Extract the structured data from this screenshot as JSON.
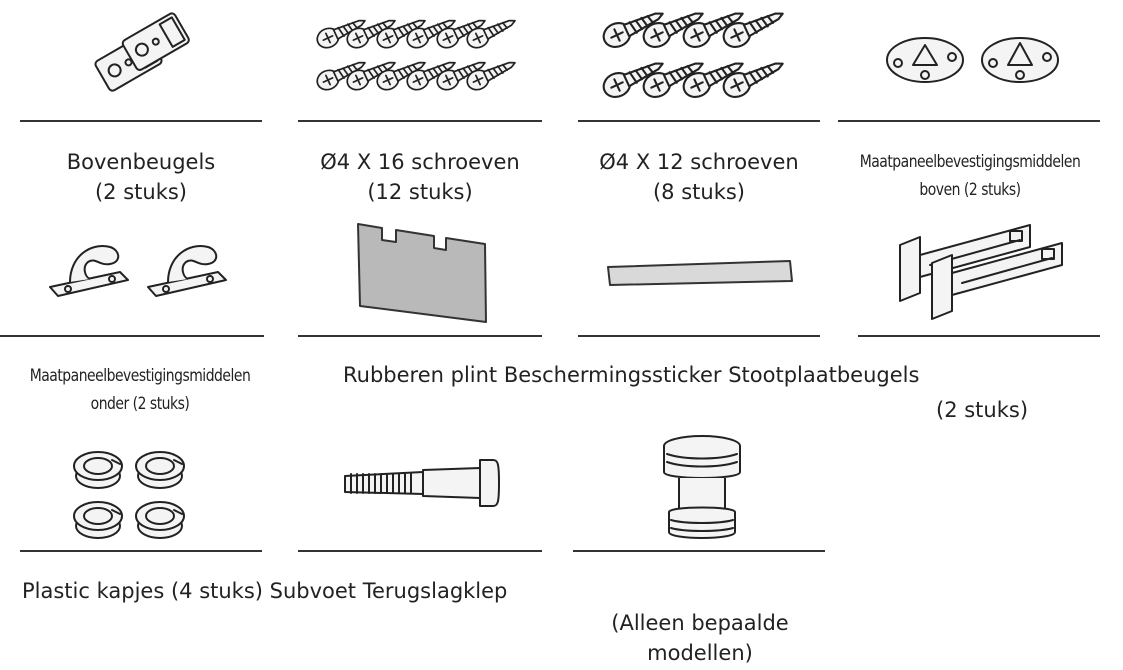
{
  "parts": {
    "upper_brackets": {
      "name": "Bovenbeugels",
      "qty": "(2 stuks)"
    },
    "screws_16": {
      "name": "Ø4 X 16 schroeven",
      "qty": "(12 stuks)"
    },
    "screws_12": {
      "name": "Ø4 X 12 schroeven",
      "qty": "(8 stuks)"
    },
    "panel_fixing_top": {
      "name": "Maatpaneelbevestigingsmiddelen",
      "qty": "boven (2 stuks)"
    },
    "panel_fixing_bottom": {
      "name": "Maatpaneelbevestigingsmiddelen",
      "qty": "onder (2 stuks)"
    },
    "row2_labels": "Rubberen plint Beschermingssticker Stootplaatbeugels",
    "row2_qty": "(2 stuks)",
    "row3_labels": "Plastic kapjes (4 stuks) Subvoet Terugslagklep",
    "row3_note_line1": "(Alleen bepaalde",
    "row3_note_line2": "modellen)"
  },
  "icons": {
    "upper_brackets": "bracket-icon",
    "screws_16": "screw-grid-icon",
    "screws_12": "screw-grid-icon",
    "panel_fixing_top": "round-fixing-icon",
    "panel_fixing_bottom": "clip-fixing-icon",
    "rubber_plinth": "rubber-plinth-icon",
    "protective_sticker": "sticker-strip-icon",
    "kickplate_brackets": "kickplate-bracket-icon",
    "plastic_caps": "plastic-cap-icon",
    "sub_foot": "sub-foot-icon",
    "check_valve": "check-valve-icon"
  }
}
